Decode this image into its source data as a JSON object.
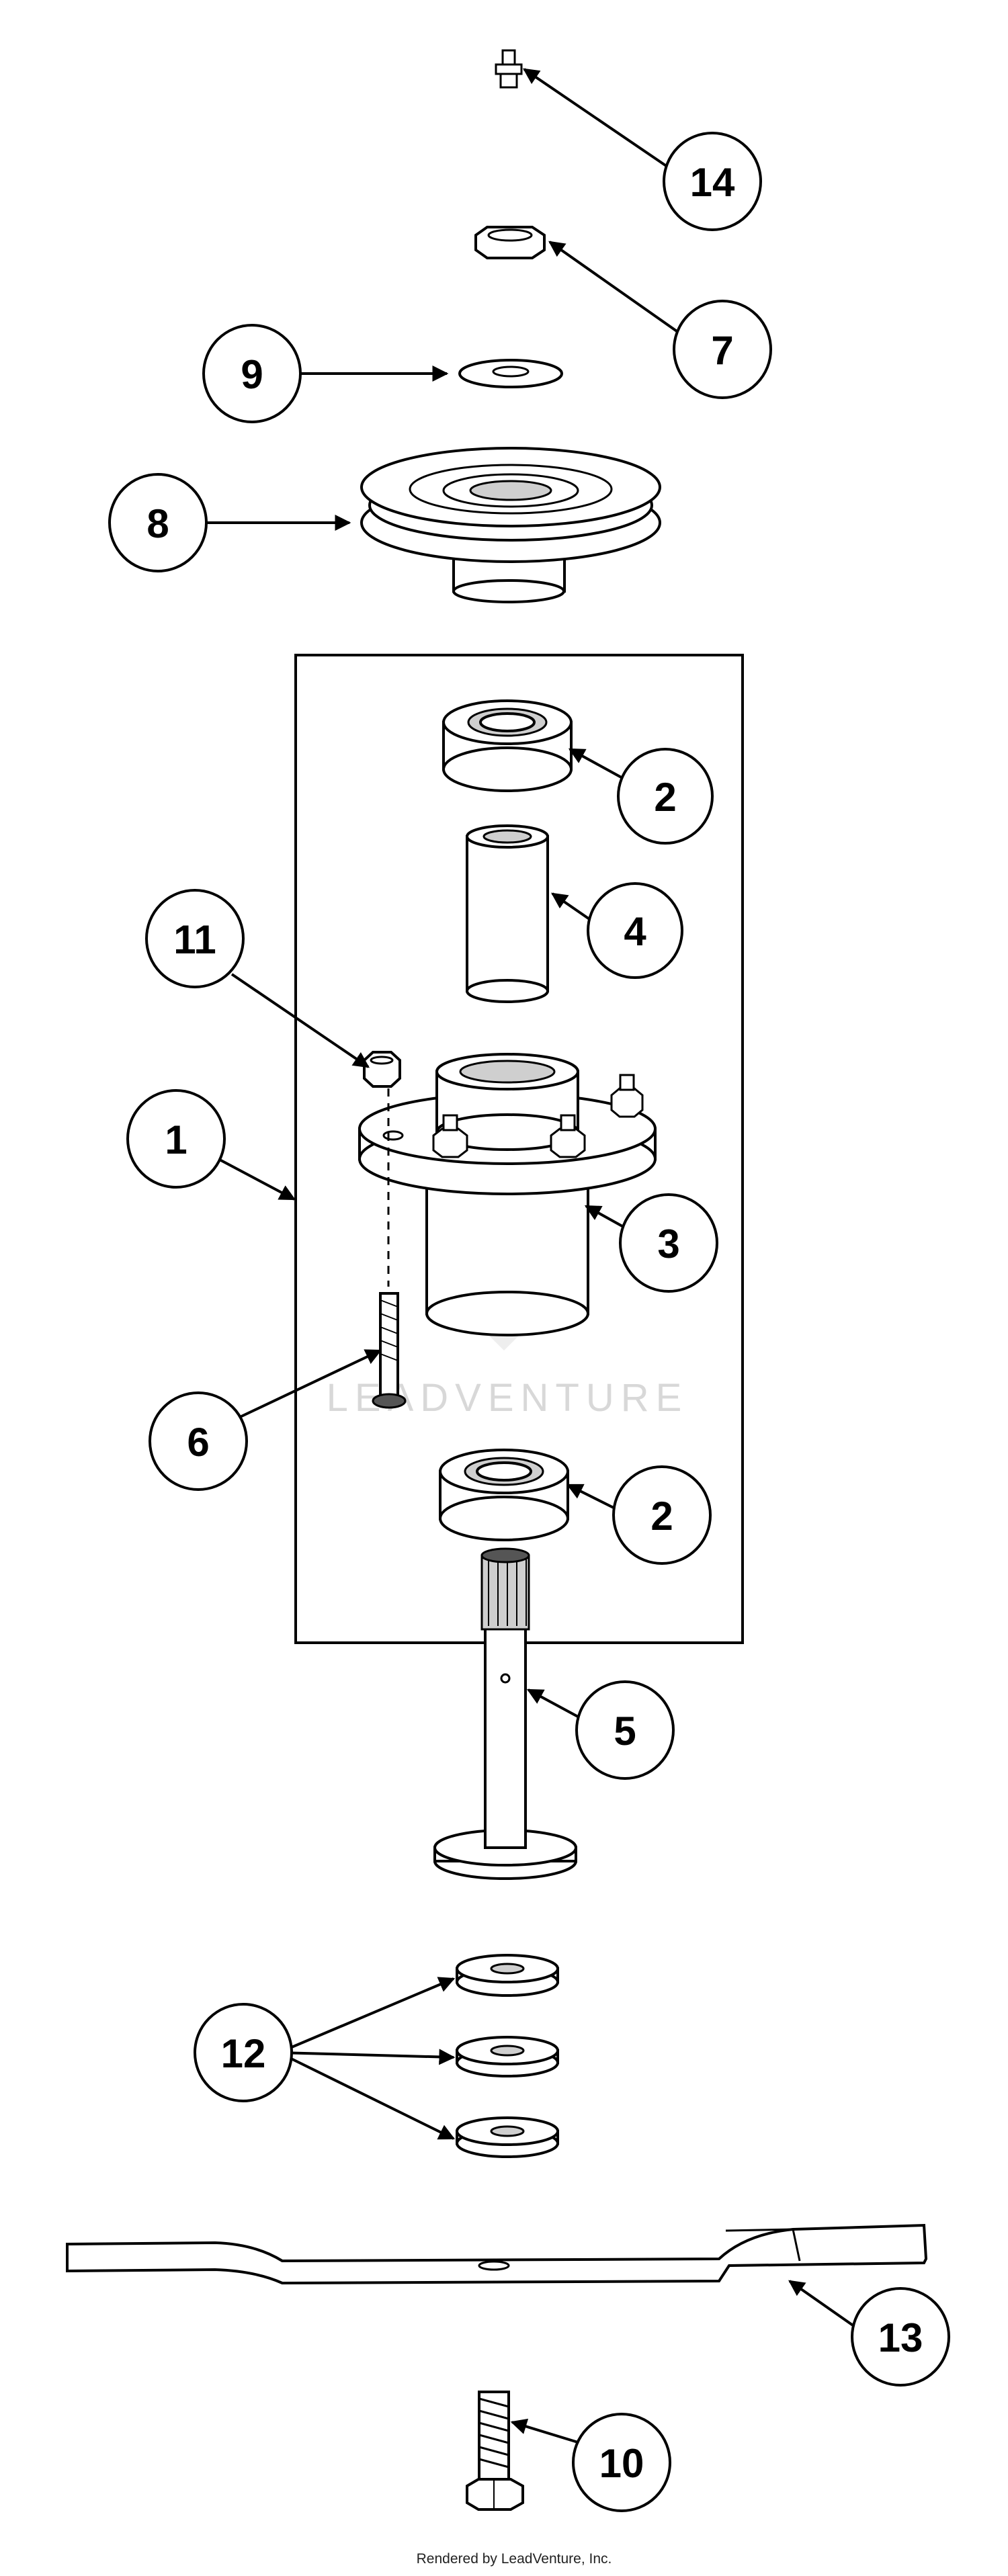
{
  "diagram": {
    "callouts": [
      {
        "id": "14",
        "label": "14"
      },
      {
        "id": "7",
        "label": "7"
      },
      {
        "id": "9",
        "label": "9"
      },
      {
        "id": "8",
        "label": "8"
      },
      {
        "id": "2a",
        "label": "2"
      },
      {
        "id": "4",
        "label": "4"
      },
      {
        "id": "11",
        "label": "11"
      },
      {
        "id": "1",
        "label": "1"
      },
      {
        "id": "3",
        "label": "3"
      },
      {
        "id": "6",
        "label": "6"
      },
      {
        "id": "2b",
        "label": "2"
      },
      {
        "id": "5",
        "label": "5"
      },
      {
        "id": "12",
        "label": "12"
      },
      {
        "id": "13",
        "label": "13"
      },
      {
        "id": "10",
        "label": "10"
      }
    ],
    "watermark": "LEADVENTURE",
    "footer": "Rendered by LeadVenture, Inc."
  }
}
